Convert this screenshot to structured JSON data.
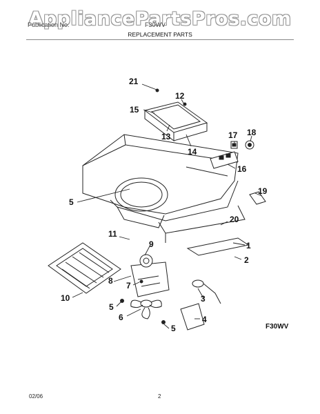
{
  "watermark": "AppliancePartsPros.com",
  "header": {
    "left_text": "Publication No.",
    "mid_text": "F30WV",
    "subtitle": "REPLACEMENT PARTS"
  },
  "diagram": {
    "model_label": "F30WV",
    "callouts": [
      "21",
      "12",
      "15",
      "13",
      "14",
      "17",
      "18",
      "16",
      "19",
      "5",
      "20",
      "11",
      "9",
      "1",
      "2",
      "8",
      "10",
      "7",
      "3",
      "5",
      "6",
      "4",
      "5"
    ]
  },
  "footer": {
    "date": "02/06",
    "page": "2"
  }
}
